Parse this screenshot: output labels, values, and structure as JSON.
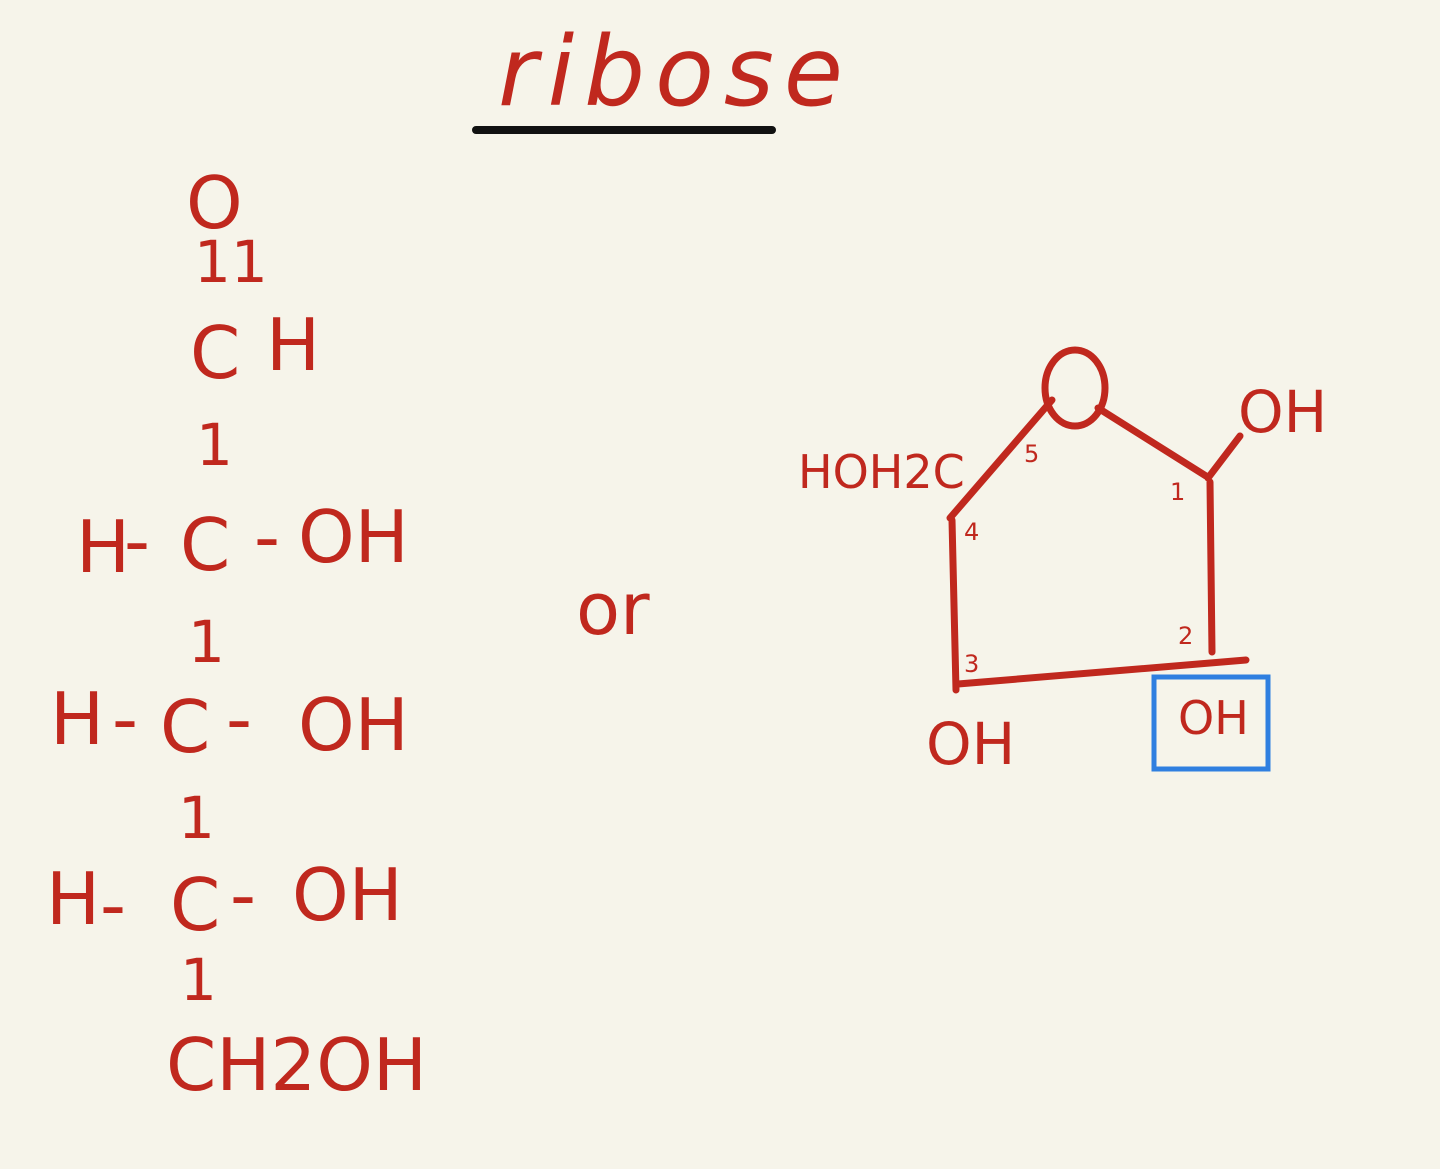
{
  "title": "ribose",
  "connector": "or",
  "colors": {
    "ink": "#c0281e",
    "underline": "#111111",
    "highlight": "#2f7fe0",
    "background": "#f6f4ea"
  },
  "chain": {
    "top_oxygen": "O",
    "double_bond": "11",
    "aldehyde_c": "C",
    "aldehyde_h": "H",
    "bond": "1",
    "rows": [
      {
        "left": "H",
        "dash_left": "-",
        "center": "C",
        "dash_right": "-",
        "right": "OH"
      },
      {
        "left": "H",
        "dash_left": "-",
        "center": "C",
        "dash_right": "-",
        "right": "OH"
      },
      {
        "left": "H",
        "dash_left": "-",
        "center": "C",
        "dash_right": "-",
        "right": "OH"
      }
    ],
    "bottom": "CH2OH"
  },
  "ring": {
    "ring_oxygen": "O",
    "left_group": "HOH2C",
    "right_group": "OH",
    "bottom_left_group": "OH",
    "boxed_group": "OH",
    "carbon_numbers": [
      "5",
      "4",
      "1",
      "3",
      "2"
    ]
  }
}
